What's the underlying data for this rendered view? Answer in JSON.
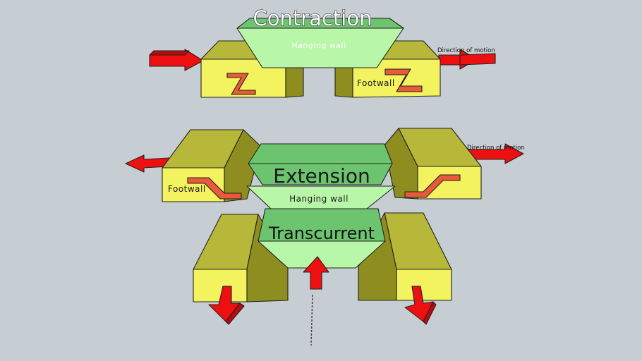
{
  "diagram": {
    "contraction": {
      "title": "Contraction",
      "hanging_wall_label": "Hanging  wall",
      "footwall_label": "Footwall",
      "direction_label": "Direction of motion"
    },
    "extension": {
      "title": "Extension",
      "hanging_wall_label": "Hanging  wall",
      "footwall_label": "Footwall",
      "direction_label": "Direction of motion"
    },
    "transcurrent": {
      "title": "Transcurrent"
    }
  },
  "colors": {
    "background": "#c6ced3",
    "block_top": "#b7b73a",
    "block_front": "#f3f25f",
    "block_side": "#8e8e20",
    "hanging_wall_top": "#6cc46e",
    "hanging_wall_front": "#b9f7a8",
    "arrow": "#ee1010",
    "fault_trace": "#e85a3a"
  },
  "icons": {
    "arrows": "direction-of-motion-arrow-icon"
  }
}
